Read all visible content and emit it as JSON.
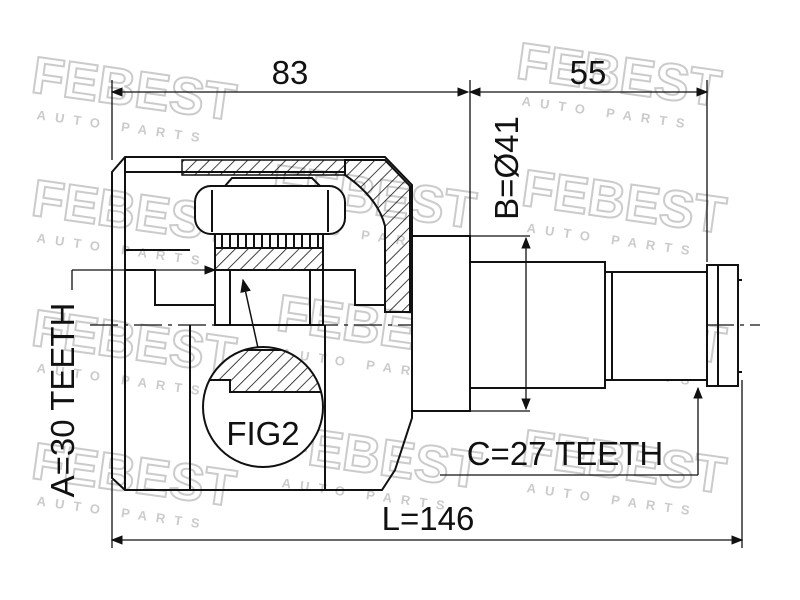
{
  "watermark": {
    "brand": "FEBEST",
    "tagline": "AUTO PARTS",
    "color": "#cfcfcf"
  },
  "dimensions": {
    "upper_left": "83",
    "upper_right": "55",
    "stub_diameter": "B=Ø41",
    "total_length": "L=146",
    "outer_teeth": "A=30 TEETH",
    "inner_teeth": "C=27 TEETH"
  },
  "detail": {
    "label": "FIG2"
  },
  "colors": {
    "line": "#111111",
    "background": "#ffffff"
  }
}
